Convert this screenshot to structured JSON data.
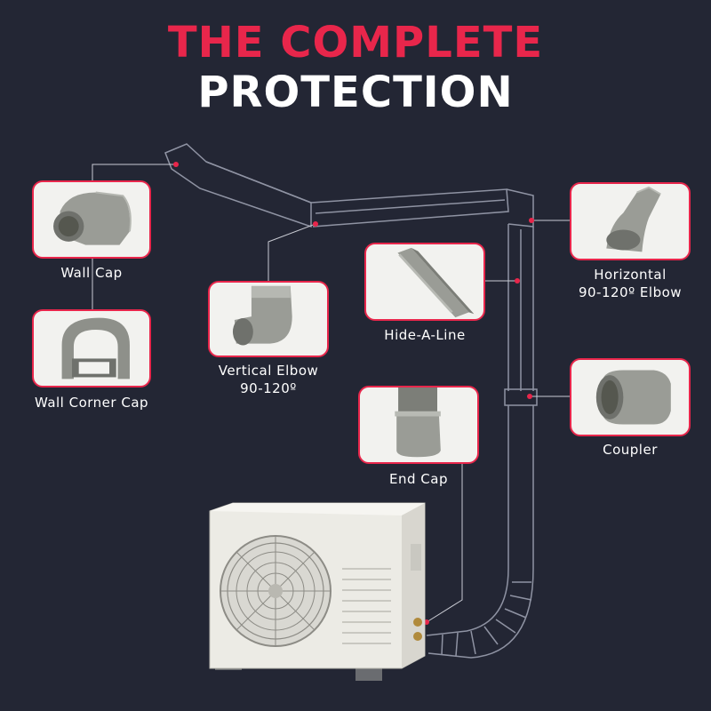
{
  "header": {
    "title_line1": "THE COMPLETE",
    "title_line2": "PROTECTION"
  },
  "colors": {
    "background": "#232634",
    "accent": "#e8264b",
    "text": "#ffffff",
    "card": "#f2f2ef",
    "part": "#8e908a"
  },
  "parts": [
    {
      "id": "wall-cap",
      "label": "Wall Cap",
      "icon": "wall-cap-icon"
    },
    {
      "id": "wall-corner-cap",
      "label": "Wall Corner Cap",
      "icon": "wall-corner-cap-icon"
    },
    {
      "id": "vertical-elbow",
      "label_line1": "Vertical Elbow",
      "label_line2": "90-120º",
      "icon": "vertical-elbow-icon"
    },
    {
      "id": "hide-a-line",
      "label": "Hide-A-Line",
      "icon": "hide-a-line-icon"
    },
    {
      "id": "horizontal-elbow",
      "label_line1": "Horizontal",
      "label_line2": "90-120º Elbow",
      "icon": "horizontal-elbow-icon"
    },
    {
      "id": "coupler",
      "label": "Coupler",
      "icon": "coupler-icon"
    },
    {
      "id": "end-cap",
      "label": "End Cap",
      "icon": "end-cap-icon"
    }
  ],
  "unit": {
    "icon": "outdoor-ac-unit-icon"
  }
}
